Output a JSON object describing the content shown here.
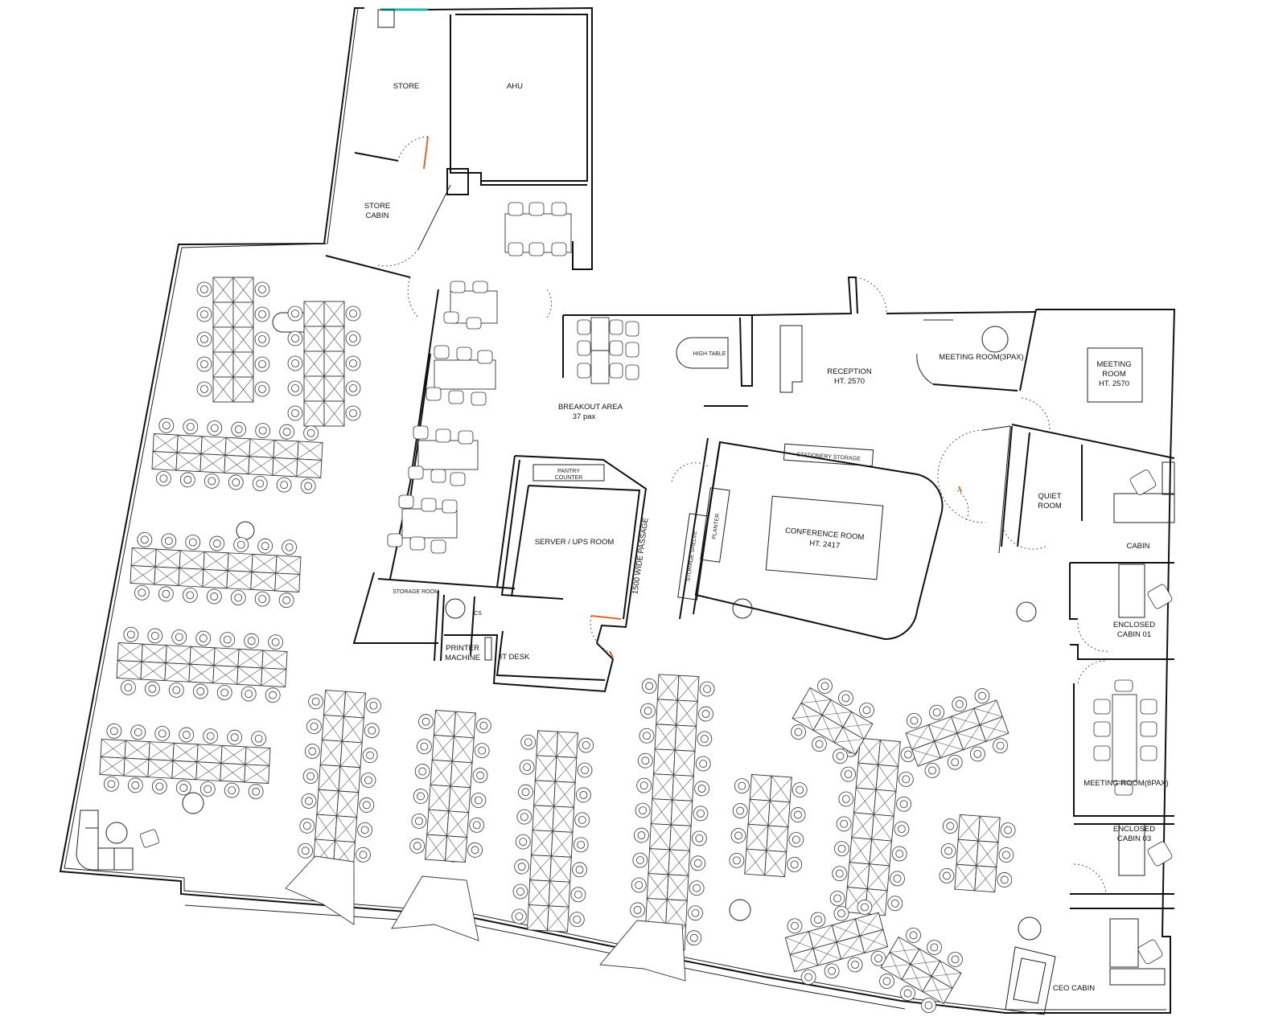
{
  "labels": {
    "store": "STORE",
    "ahu": "AHU",
    "store_cabin_1": "STORE",
    "store_cabin_2": "CABIN",
    "breakout_1": "BREAKOUT AREA",
    "breakout_2": "37 pax",
    "reception_1": "RECEPTION",
    "reception_2": "HT. 2570",
    "meeting_3pax": "MEETING ROOM(3PAX)",
    "meeting_room_1": "MEETING",
    "meeting_room_2": "ROOM",
    "meeting_room_3": "HT. 2570",
    "quiet_1": "QUIET",
    "quiet_2": "ROOM",
    "cabin": "CABIN",
    "enclosed_01_1": "ENCLOSED",
    "enclosed_01_2": "CABIN 01",
    "meeting_8pax": "MEETING ROOM(8PAX)",
    "enclosed_03_1": "ENCLOSED",
    "enclosed_03_2": "CABIN 03",
    "ceo_cabin": "CEO CABIN",
    "conference_1": "CONFERENCE ROOM",
    "conference_2": "HT. 2417",
    "server_ups": "SERVER / UPS ROOM",
    "printer_1": "PRINTER",
    "printer_2": "MACHINE",
    "it_desk": "IT DESK",
    "passage": "1500 WIDE PASSAGE",
    "pantry_counter_1": "PANTRY",
    "pantry_counter_2": "COUNTER",
    "high_table": "HIGH TABLE",
    "stationery": "STATIONERY STORAGE",
    "planter": "PLANTER",
    "storage_room": "STORAGE ROOM",
    "cs": "CS",
    "storage_shelf": "STORAGE SHELVE"
  }
}
